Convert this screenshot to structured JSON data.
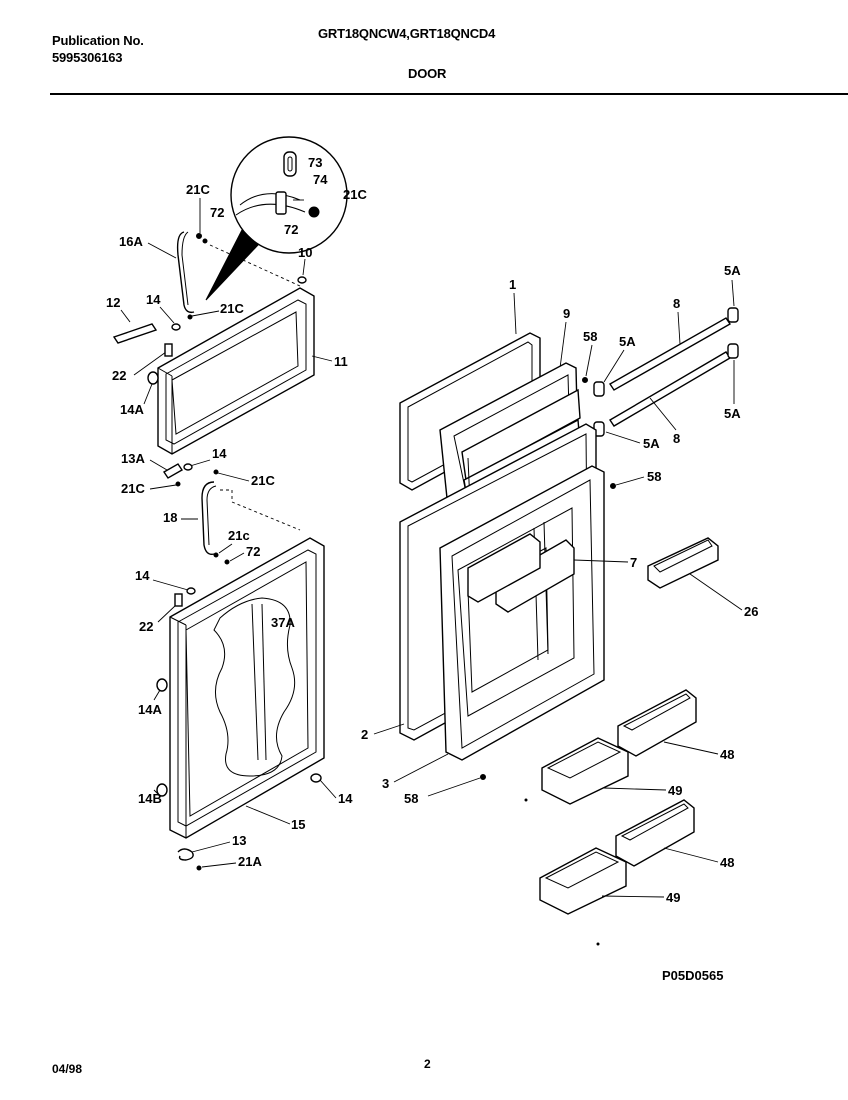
{
  "header": {
    "publication_label": "Publication No.",
    "publication_number": "5995306163",
    "model_numbers": "GRT18QNCW4,GRT18QNCD4",
    "section_title": "DOOR"
  },
  "callouts": {
    "c73": "73",
    "c74": "74",
    "c21C_detail": "21C",
    "c72_detail": "72",
    "c21C_a": "21C",
    "c72_a": "72",
    "c16A": "16A",
    "c10": "10",
    "c12": "12",
    "c14_a": "14",
    "c21C_b": "21C",
    "c11": "11",
    "c22_a": "22",
    "c14A_a": "14A",
    "c13A": "13A",
    "c14_b": "14",
    "c21C_c": "21C",
    "c21C_d": "21C",
    "c18": "18",
    "c21c": "21c",
    "c72_b": "72",
    "c14_c": "14",
    "c22_b": "22",
    "c37A": "37A",
    "c14A_b": "14A",
    "c14B": "14B",
    "c14_d": "14",
    "c15": "15",
    "c13": "13",
    "c21A": "21A",
    "c1": "1",
    "c9": "9",
    "c58_a": "58",
    "c5A_a": "5A",
    "c8_a": "8",
    "c5A_b": "5A",
    "c5A_c": "5A",
    "c5A_d": "5A",
    "c8_b": "8",
    "c58_b": "58",
    "c7": "7",
    "c26": "26",
    "c2": "2",
    "c48_a": "48",
    "c3": "3",
    "c49_a": "49",
    "c58_c": "58",
    "c48_b": "48",
    "c49_b": "49"
  },
  "drawing_code": "P05D0565",
  "footer": {
    "date": "04/98",
    "page_number": "2"
  }
}
